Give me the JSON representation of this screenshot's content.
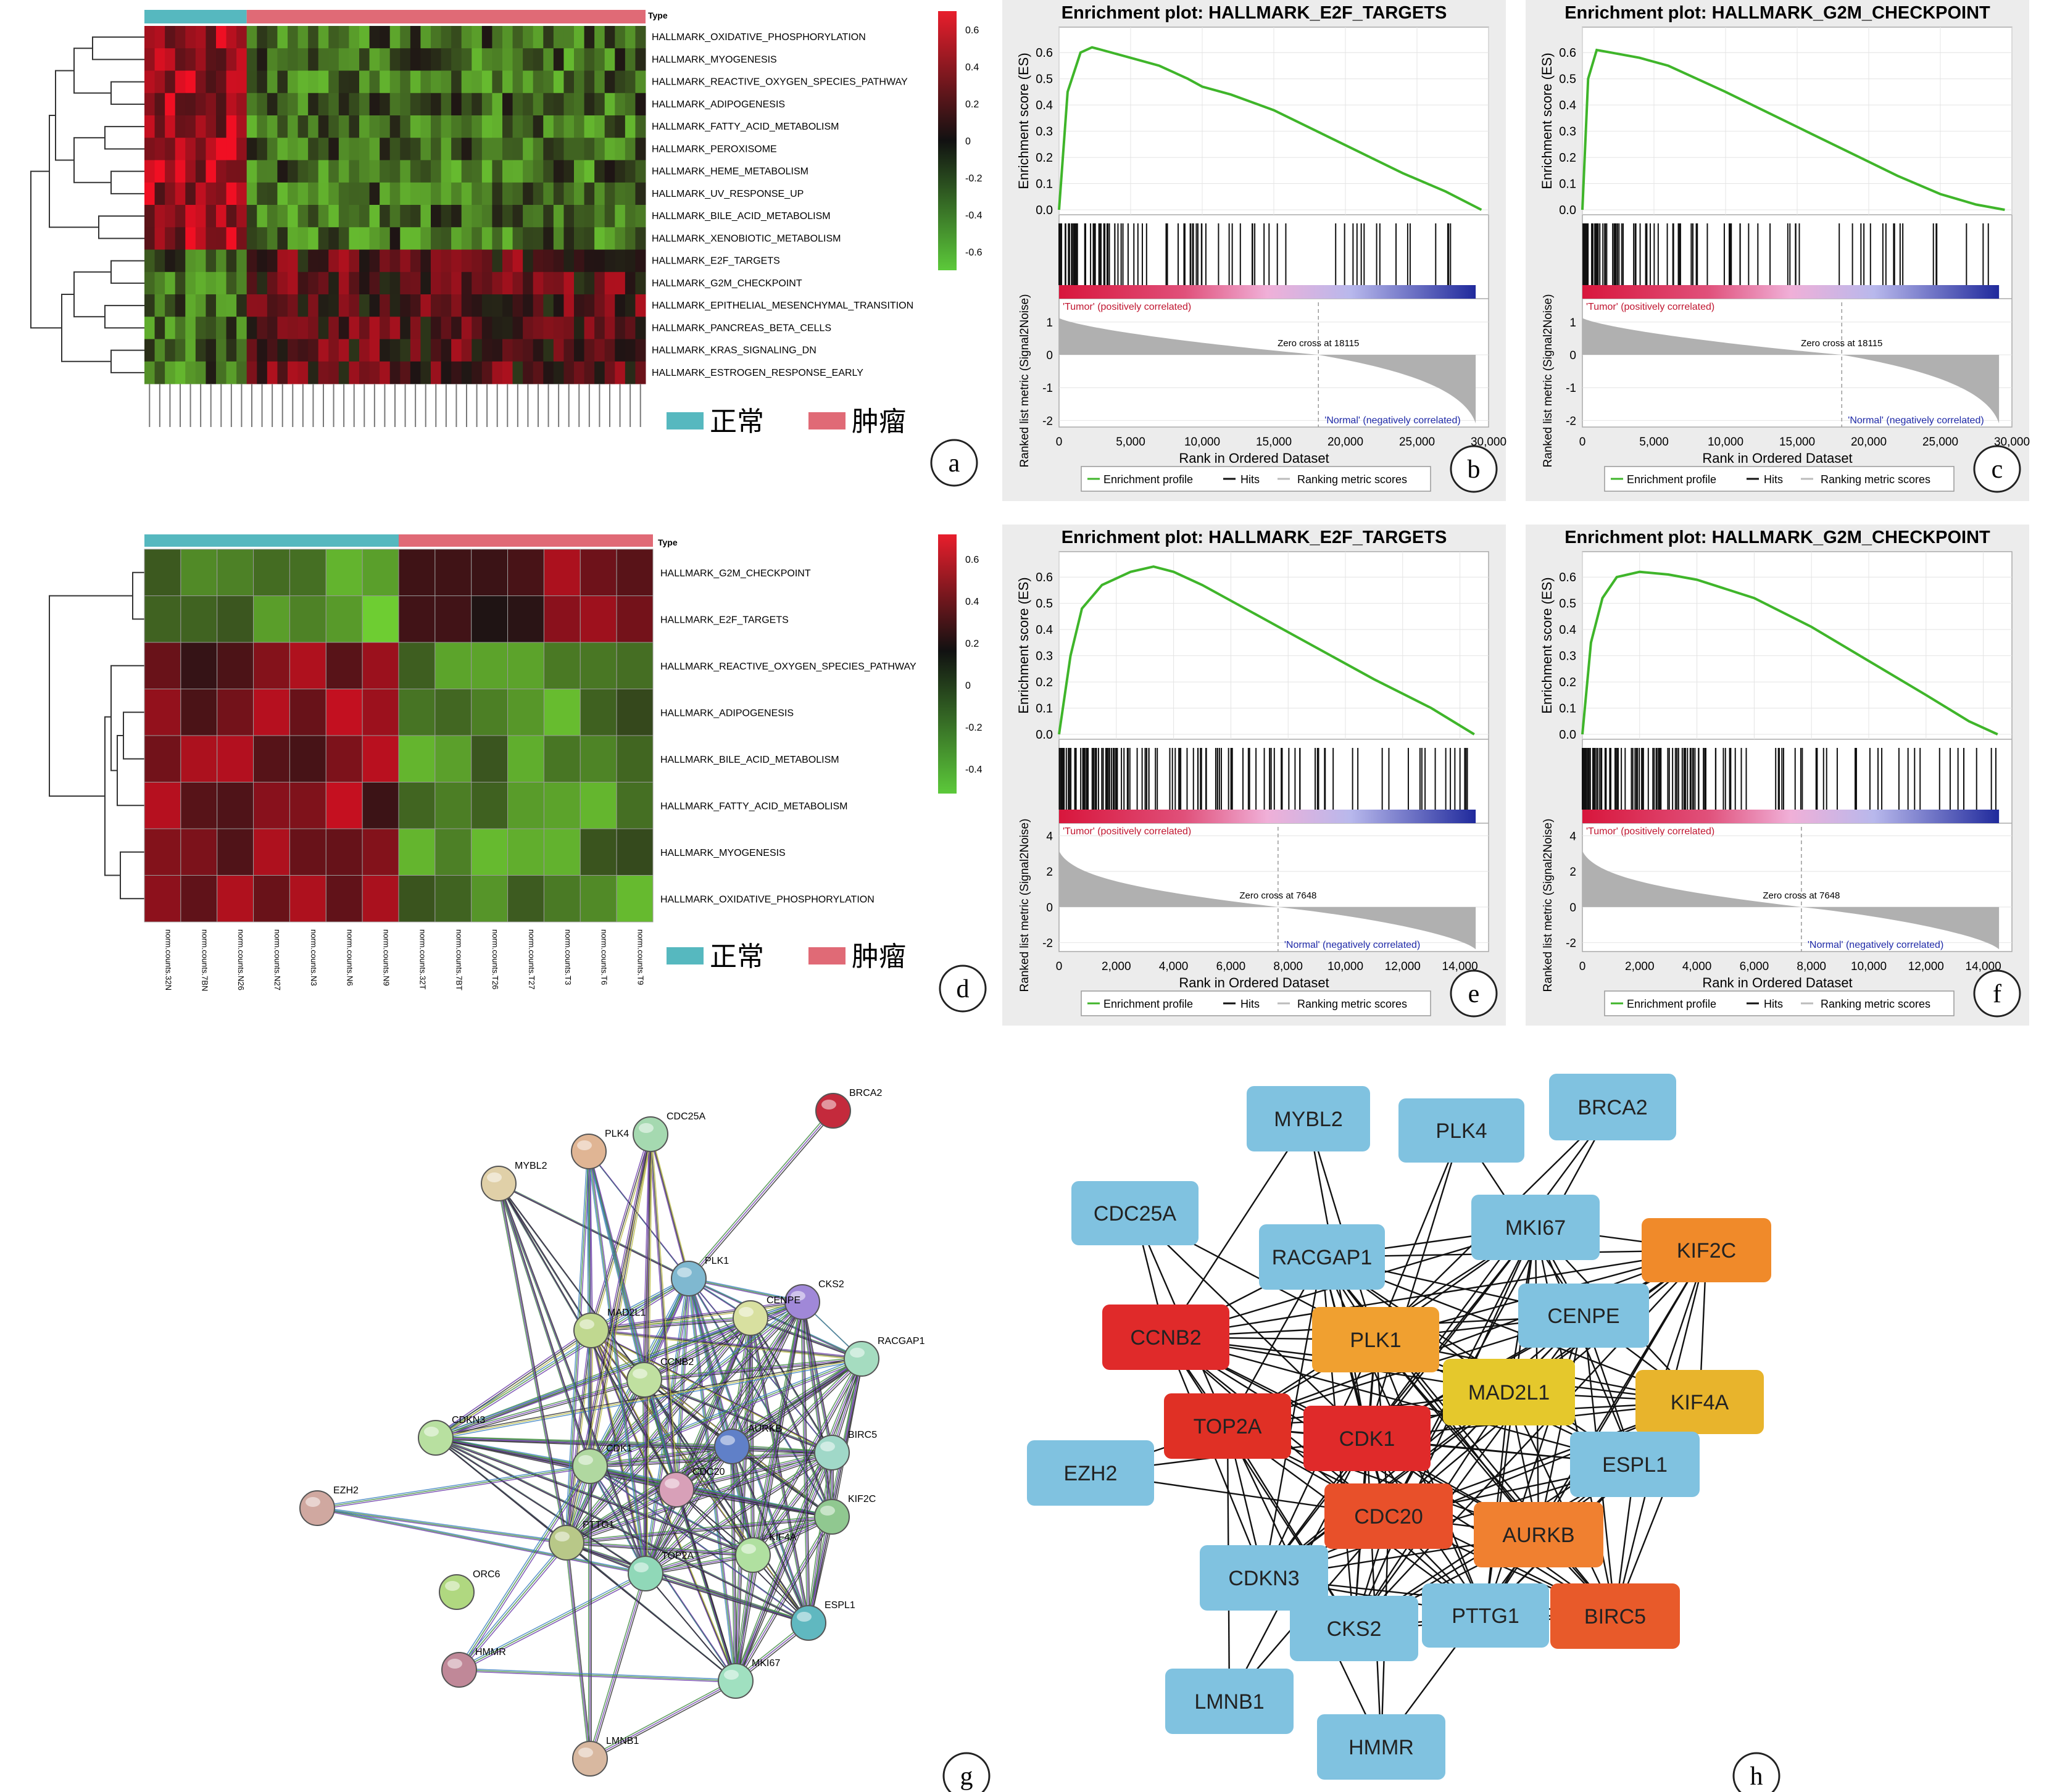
{
  "colors": {
    "normal": "#56b8bf",
    "tumor": "#e06a76",
    "es_curve": "#3fb52a",
    "ranked_fill": "#b0b0b0",
    "neg_label": "#1f2aa8",
    "pos_label": "#c0152f",
    "hub_red": "#e02a2a",
    "hub_orange": "#f08a2a",
    "hub_yellow": "#e5c02c",
    "ppi_node_blue": "#80c2e0"
  },
  "legend": {
    "normal": "正常",
    "tumor": "肿瘤"
  },
  "panel_labels": {
    "a": "a",
    "b": "b",
    "c": "c",
    "d": "d",
    "e": "e",
    "f": "f",
    "g": "g",
    "h": "h"
  },
  "heatmap_a": {
    "type_label": "Type",
    "rows": [
      "HALLMARK_OXIDATIVE_PHOSPHORYLATION",
      "HALLMARK_MYOGENESIS",
      "HALLMARK_REACTIVE_OXYGEN_SPECIES_PATHWAY",
      "HALLMARK_ADIPOGENESIS",
      "HALLMARK_FATTY_ACID_METABOLISM",
      "HALLMARK_PEROXISOME",
      "HALLMARK_HEME_METABOLISM",
      "HALLMARK_UV_RESPONSE_UP",
      "HALLMARK_BILE_ACID_METABOLISM",
      "HALLMARK_XENOBIOTIC_METABOLISM",
      "HALLMARK_E2F_TARGETS",
      "HALLMARK_G2M_CHECKPOINT",
      "HALLMARK_EPITHELIAL_MESENCHYMAL_TRANSITION",
      "HALLMARK_PANCREAS_BETA_CELLS",
      "HALLMARK_KRAS_SIGNALING_DN",
      "HALLMARK_ESTROGEN_RESPONSE_EARLY"
    ],
    "n_normal": 10,
    "n_tumor": 39,
    "scale_ticks": [
      "0.6",
      "0.4",
      "0.2",
      "0",
      "-0.2",
      "-0.4",
      "-0.6"
    ]
  },
  "heatmap_d": {
    "type_label": "Type",
    "rows": [
      "HALLMARK_G2M_CHECKPOINT",
      "HALLMARK_E2F_TARGETS",
      "HALLMARK_REACTIVE_OXYGEN_SPECIES_PATHWAY",
      "HALLMARK_ADIPOGENESIS",
      "HALLMARK_BILE_ACID_METABOLISM",
      "HALLMARK_FATTY_ACID_METABOLISM",
      "HALLMARK_MYOGENESIS",
      "HALLMARK_OXIDATIVE_PHOSPHORYLATION"
    ],
    "columns": [
      "norm.counts.32N",
      "norm.counts.7BN",
      "norm.counts.N26",
      "norm.counts.N27",
      "norm.counts.N3",
      "norm.counts.N6",
      "norm.counts.N9",
      "norm.counts.32T",
      "norm.counts.7BT",
      "norm.counts.T26",
      "norm.counts.T27",
      "norm.counts.T3",
      "norm.counts.T6",
      "norm.counts.T9"
    ],
    "n_normal": 7,
    "scale_ticks": [
      "0.6",
      "0.4",
      "0.2",
      "0",
      "-0.2",
      "-0.4"
    ]
  },
  "gsea_common": {
    "ylabel_es": "Enrichment score (ES)",
    "ylabel_rank": "Ranked list metric (Signal2Noise)",
    "xlabel": "Rank in Ordered Dataset",
    "tumor_label": "'Tumor' (positively correlated)",
    "normal_label": "'Normal' (negatively correlated)",
    "legend_profile": "Enrichment profile",
    "legend_hits": "Hits",
    "legend_ranking": "Ranking metric scores",
    "es_ticks": [
      "0.6",
      "0.5",
      "0.4",
      "0.3",
      "0.2",
      "0.1",
      "0.0"
    ]
  },
  "chart_data": [
    {
      "type": "line",
      "panel": "b",
      "title": "Enrichment plot: HALLMARK_E2F_TARGETS",
      "xlabel": "Rank in Ordered Dataset",
      "ylabel": "Enrichment score (ES)",
      "xlim": [
        0,
        30000
      ],
      "ylim": [
        0,
        0.65
      ],
      "x_ticks": [
        "0",
        "5,000",
        "10,000",
        "15,000",
        "20,000",
        "25,000",
        "30,000"
      ],
      "x_tick_values": [
        0,
        5000,
        10000,
        15000,
        20000,
        25000,
        30000
      ],
      "rank_ticks": [
        "1",
        "0",
        "-1",
        "-2"
      ],
      "rank_tick_values": [
        1,
        0,
        -1,
        -2
      ],
      "rank_range": [
        -2.2,
        1.6
      ],
      "zero_cross": "Zero cross at 18115",
      "zero_cross_value": 18115,
      "x": [
        0,
        600,
        1500,
        2300,
        3000,
        5000,
        7000,
        9000,
        10000,
        12000,
        15000,
        18000,
        21000,
        24000,
        27000,
        29500
      ],
      "y": [
        0.0,
        0.45,
        0.6,
        0.62,
        0.61,
        0.58,
        0.55,
        0.5,
        0.47,
        0.44,
        0.38,
        0.3,
        0.22,
        0.14,
        0.07,
        0.0
      ]
    },
    {
      "type": "line",
      "panel": "c",
      "title": "Enrichment plot: HALLMARK_G2M_CHECKPOINT",
      "xlabel": "Rank in Ordered Dataset",
      "ylabel": "Enrichment score (ES)",
      "xlim": [
        0,
        30000
      ],
      "ylim": [
        0,
        0.65
      ],
      "x_ticks": [
        "0",
        "5,000",
        "10,000",
        "15,000",
        "20,000",
        "25,000",
        "30,000"
      ],
      "x_tick_values": [
        0,
        5000,
        10000,
        15000,
        20000,
        25000,
        30000
      ],
      "rank_ticks": [
        "1",
        "0",
        "-1",
        "-2"
      ],
      "rank_tick_values": [
        1,
        0,
        -1,
        -2
      ],
      "rank_range": [
        -2.2,
        1.6
      ],
      "zero_cross": "Zero cross at 18115",
      "zero_cross_value": 18115,
      "x": [
        0,
        400,
        1000,
        2000,
        4000,
        6000,
        8000,
        10000,
        13000,
        16000,
        19000,
        22000,
        25000,
        27500,
        29500
      ],
      "y": [
        0.0,
        0.5,
        0.61,
        0.6,
        0.58,
        0.55,
        0.5,
        0.45,
        0.37,
        0.29,
        0.21,
        0.13,
        0.06,
        0.02,
        0.0
      ]
    },
    {
      "type": "line",
      "panel": "e",
      "title": "Enrichment plot: HALLMARK_E2F_TARGETS",
      "xlabel": "Rank in Ordered Dataset",
      "ylabel": "Enrichment score (ES)",
      "xlim": [
        0,
        15000
      ],
      "ylim": [
        0,
        0.65
      ],
      "x_ticks": [
        "0",
        "2,000",
        "4,000",
        "6,000",
        "8,000",
        "10,000",
        "12,000",
        "14,000"
      ],
      "x_tick_values": [
        0,
        2000,
        4000,
        6000,
        8000,
        10000,
        12000,
        14000
      ],
      "rank_ticks": [
        "4",
        "2",
        "0",
        "-2"
      ],
      "rank_tick_values": [
        4,
        2,
        0,
        -2
      ],
      "rank_range": [
        -2.5,
        4.5
      ],
      "zero_cross": "Zero cross at 7648",
      "zero_cross_value": 7648,
      "x": [
        0,
        400,
        800,
        1500,
        2500,
        3300,
        4000,
        5000,
        7000,
        9000,
        11000,
        13000,
        14500
      ],
      "y": [
        0.0,
        0.3,
        0.48,
        0.57,
        0.62,
        0.64,
        0.62,
        0.57,
        0.45,
        0.33,
        0.21,
        0.1,
        0.0
      ]
    },
    {
      "type": "line",
      "panel": "f",
      "title": "Enrichment plot: HALLMARK_G2M_CHECKPOINT",
      "xlabel": "Rank in Ordered Dataset",
      "ylabel": "Enrichment score (ES)",
      "xlim": [
        0,
        15000
      ],
      "ylim": [
        0,
        0.65
      ],
      "x_ticks": [
        "0",
        "2,000",
        "4,000",
        "6,000",
        "8,000",
        "10,000",
        "12,000",
        "14,000"
      ],
      "x_tick_values": [
        0,
        2000,
        4000,
        6000,
        8000,
        10000,
        12000,
        14000
      ],
      "rank_ticks": [
        "4",
        "2",
        "0",
        "-2"
      ],
      "rank_tick_values": [
        4,
        2,
        0,
        -2
      ],
      "rank_range": [
        -2.5,
        4.5
      ],
      "zero_cross": "Zero cross at 7648",
      "zero_cross_value": 7648,
      "x": [
        0,
        300,
        700,
        1200,
        2000,
        3000,
        4000,
        6000,
        8000,
        10000,
        12000,
        13500,
        14500
      ],
      "y": [
        0.0,
        0.35,
        0.52,
        0.6,
        0.62,
        0.61,
        0.59,
        0.52,
        0.41,
        0.28,
        0.15,
        0.05,
        0.0
      ]
    }
  ],
  "ppi_g": {
    "nodes": [
      {
        "id": "BRCA2",
        "color": "#c42a3c"
      },
      {
        "id": "CDC25A",
        "color": "#a5d9b0"
      },
      {
        "id": "PLK4",
        "color": "#e0b594"
      },
      {
        "id": "MYBL2",
        "color": "#e0d0a8"
      },
      {
        "id": "PLK1",
        "color": "#7fb8d0"
      },
      {
        "id": "CKS2",
        "color": "#a088d8"
      },
      {
        "id": "CENPE",
        "color": "#d8e0a0"
      },
      {
        "id": "MAD2L1",
        "color": "#c0d890"
      },
      {
        "id": "RACGAP1",
        "color": "#a5dcc0"
      },
      {
        "id": "CCNB2",
        "color": "#c0e0a0"
      },
      {
        "id": "CDKN3",
        "color": "#b8e0a0"
      },
      {
        "id": "AURKB",
        "color": "#6080c8"
      },
      {
        "id": "BIRC5",
        "color": "#a0d8c8"
      },
      {
        "id": "CDK1",
        "color": "#b0d8a0"
      },
      {
        "id": "CDC20",
        "color": "#d8a0b8"
      },
      {
        "id": "KIF2C",
        "color": "#90c890"
      },
      {
        "id": "EZH2",
        "color": "#d0a8a0"
      },
      {
        "id": "PTTG1",
        "color": "#b8c888"
      },
      {
        "id": "TOP2A",
        "color": "#90d8b8"
      },
      {
        "id": "KIF4A",
        "color": "#b0e0a0"
      },
      {
        "id": "ORC6",
        "color": "#b0d880"
      },
      {
        "id": "ESPL1",
        "color": "#60b8c0"
      },
      {
        "id": "HMMR",
        "color": "#c08898"
      },
      {
        "id": "MKI67",
        "color": "#a0e0c0"
      },
      {
        "id": "LMNB1",
        "color": "#d8b8a0"
      }
    ]
  },
  "hub_h": {
    "nodes": [
      {
        "id": "MYBL2",
        "color": "#80c2e0"
      },
      {
        "id": "PLK4",
        "color": "#80c2e0"
      },
      {
        "id": "BRCA2",
        "color": "#80c2e0"
      },
      {
        "id": "CDC25A",
        "color": "#80c2e0"
      },
      {
        "id": "MKI67",
        "color": "#80c2e0"
      },
      {
        "id": "KIF2C",
        "color": "#f08a2a"
      },
      {
        "id": "RACGAP1",
        "color": "#80c2e0"
      },
      {
        "id": "CENPE",
        "color": "#80c2e0"
      },
      {
        "id": "CCNB2",
        "color": "#e02a2a"
      },
      {
        "id": "PLK1",
        "color": "#f0a030"
      },
      {
        "id": "MAD2L1",
        "color": "#e5c82c"
      },
      {
        "id": "KIF4A",
        "color": "#e8b42c"
      },
      {
        "id": "TOP2A",
        "color": "#e03025"
      },
      {
        "id": "CDK1",
        "color": "#e02a2a"
      },
      {
        "id": "EZH2",
        "color": "#80c2e0"
      },
      {
        "id": "ESPL1",
        "color": "#80c2e0"
      },
      {
        "id": "CDC20",
        "color": "#e8502a"
      },
      {
        "id": "AURKB",
        "color": "#f08030"
      },
      {
        "id": "CDKN3",
        "color": "#80c2e0"
      },
      {
        "id": "CKS2",
        "color": "#80c2e0"
      },
      {
        "id": "PTTG1",
        "color": "#80c2e0"
      },
      {
        "id": "BIRC5",
        "color": "#e85a2a"
      },
      {
        "id": "LMNB1",
        "color": "#80c2e0"
      },
      {
        "id": "HMMR",
        "color": "#80c2e0"
      }
    ]
  }
}
